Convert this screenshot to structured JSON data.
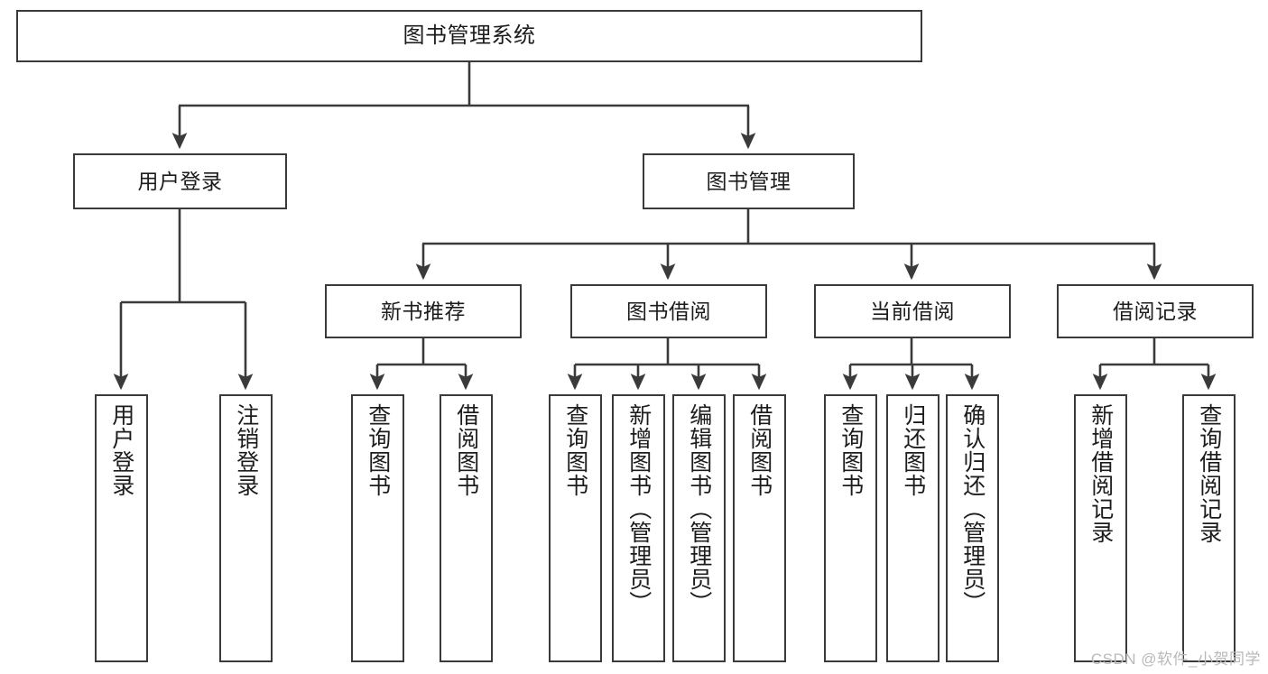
{
  "diagram": {
    "type": "tree-hierarchy-chart",
    "title": "图书管理系统",
    "watermark": "CSDN @软件_小贺同学",
    "colors": {
      "box_border": "#3a3a3a",
      "box_fill": "#ffffff",
      "connector": "#3a3a3a",
      "text": "#1c1c1c",
      "watermark": "#b9b9b9",
      "background": "#ffffff"
    },
    "nodes": {
      "root": {
        "label": "图书管理系统"
      },
      "level2": [
        {
          "id": "user-login",
          "label": "用户登录"
        },
        {
          "id": "book-management",
          "label": "图书管理"
        }
      ],
      "level3": [
        {
          "id": "new-book-recommend",
          "label": "新书推荐"
        },
        {
          "id": "book-borrow",
          "label": "图书借阅"
        },
        {
          "id": "current-borrow",
          "label": "当前借阅"
        },
        {
          "id": "borrow-record",
          "label": "借阅记录"
        }
      ],
      "leaves": {
        "user-login": [
          {
            "id": "leaf-user-login",
            "label": "用户登录"
          },
          {
            "id": "leaf-logout",
            "label": "注销登录"
          }
        ],
        "new-book-recommend": [
          {
            "id": "leaf-query-book-1",
            "label": "查询图书"
          },
          {
            "id": "leaf-borrow-book-1",
            "label": "借阅图书"
          }
        ],
        "book-borrow": [
          {
            "id": "leaf-query-book-2",
            "label": "查询图书"
          },
          {
            "id": "leaf-add-book",
            "label": "新增图书（管理员）"
          },
          {
            "id": "leaf-edit-book",
            "label": "编辑图书（管理员）"
          },
          {
            "id": "leaf-borrow-book-2",
            "label": "借阅图书"
          }
        ],
        "current-borrow": [
          {
            "id": "leaf-query-book-3",
            "label": "查询图书"
          },
          {
            "id": "leaf-return-book",
            "label": "归还图书"
          },
          {
            "id": "leaf-confirm-return",
            "label": "确认归还（管理员）"
          }
        ],
        "borrow-record": [
          {
            "id": "leaf-add-record",
            "label": "新增借阅记录"
          },
          {
            "id": "leaf-query-record",
            "label": "查询借阅记录"
          }
        ]
      }
    }
  }
}
